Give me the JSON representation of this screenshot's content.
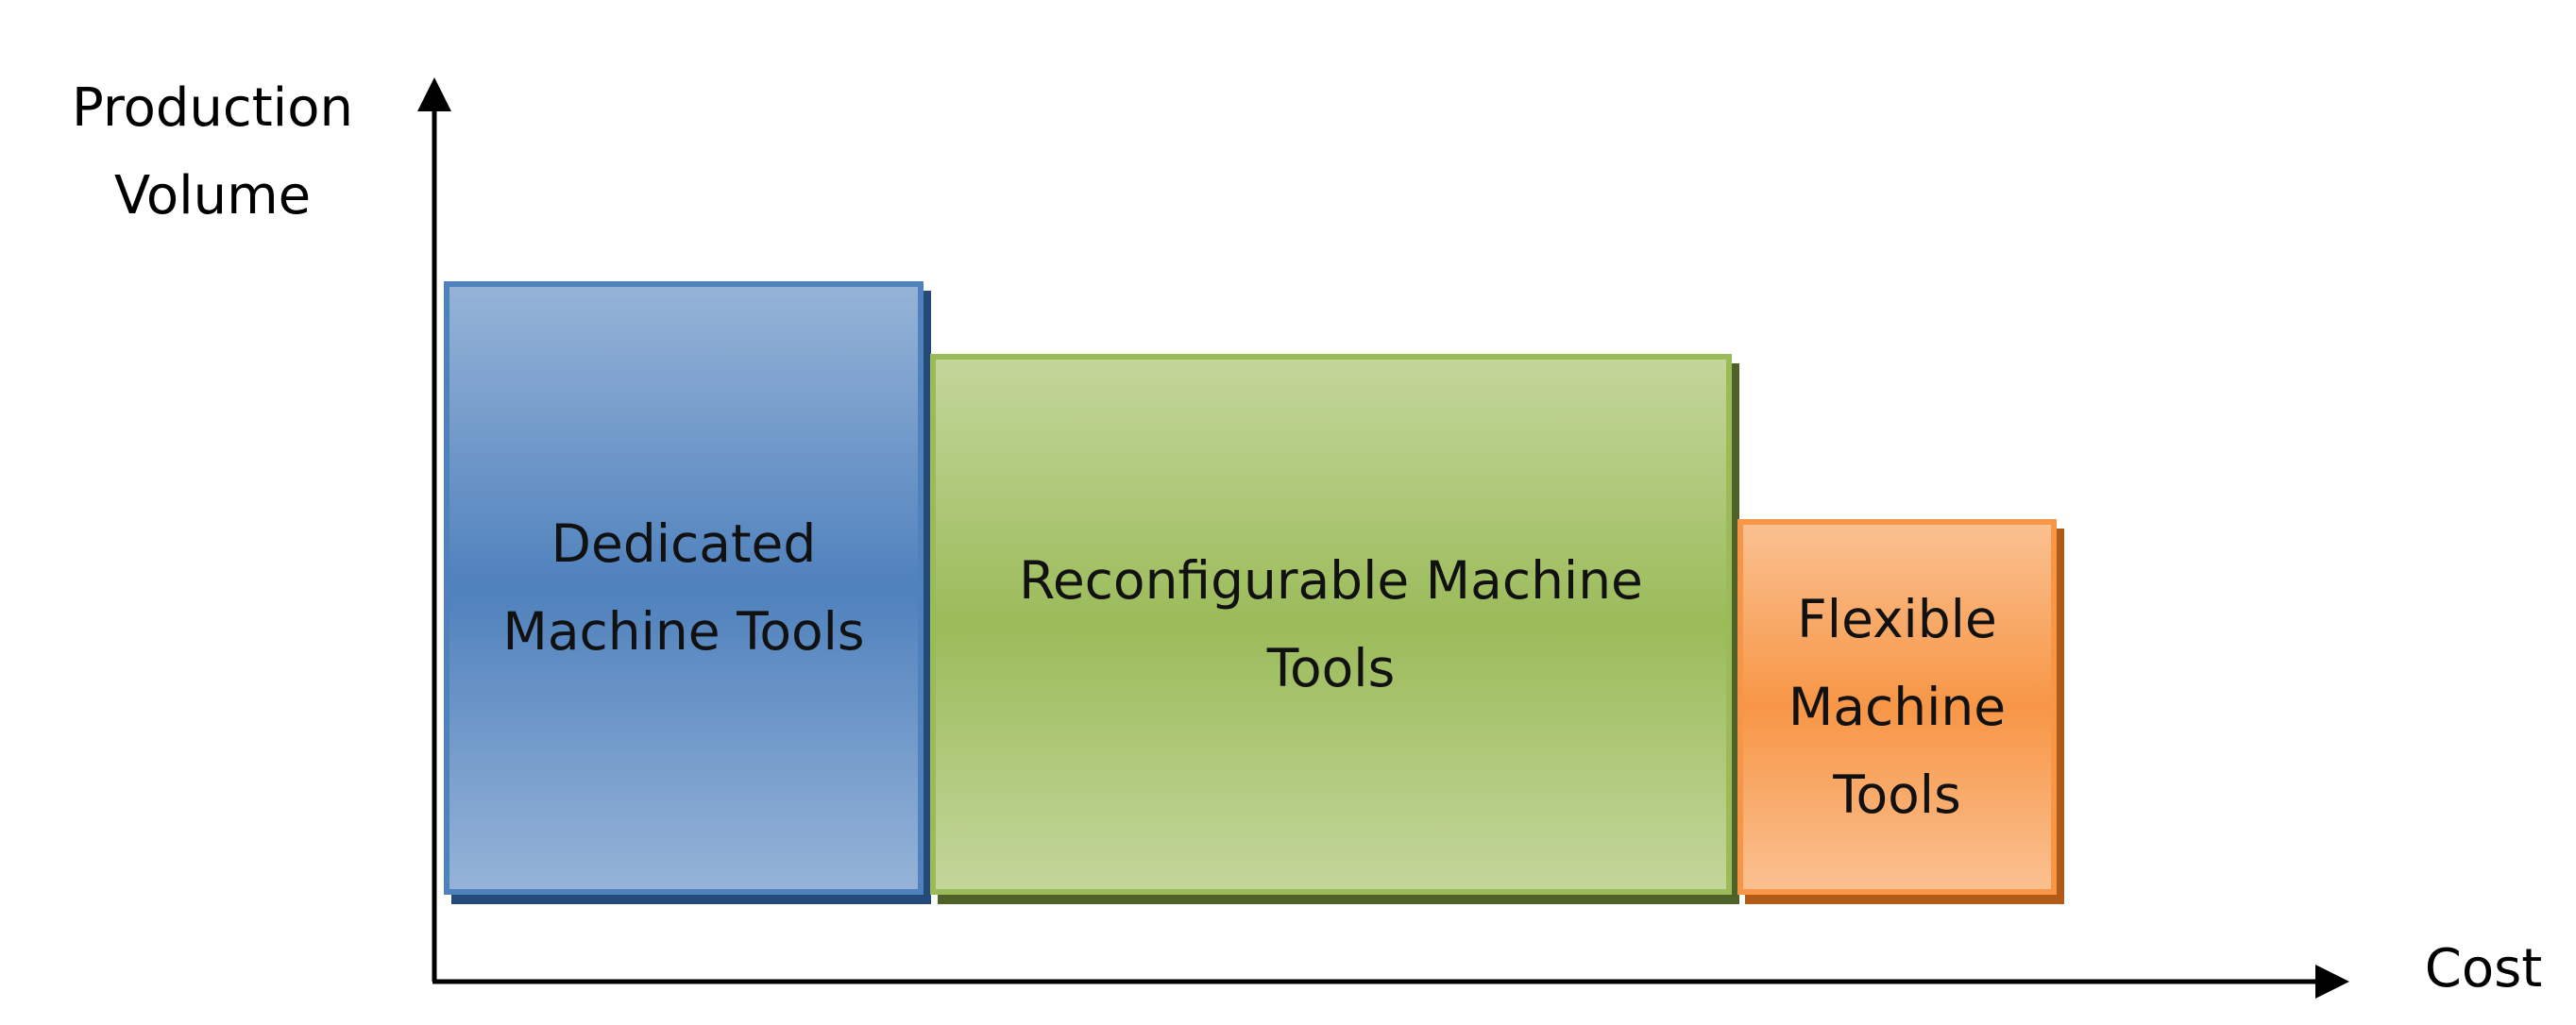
{
  "axes": {
    "y_label_lines": [
      "Production",
      "Volume"
    ],
    "x_label": "Cost"
  },
  "blocks": [
    {
      "label_lines": [
        "Dedicated",
        "Machine Tools"
      ],
      "fill_color": "#4f81bd",
      "border_color": "#4f81bd"
    },
    {
      "label_lines": [
        "Reconfigurable Machine",
        "Tools"
      ],
      "fill_color": "#9bbb59",
      "border_color": "#9bbb59"
    },
    {
      "label_lines": [
        "Flexible",
        "Machine",
        "Tools"
      ],
      "fill_color": "#f79646",
      "border_color": "#f79646"
    }
  ]
}
